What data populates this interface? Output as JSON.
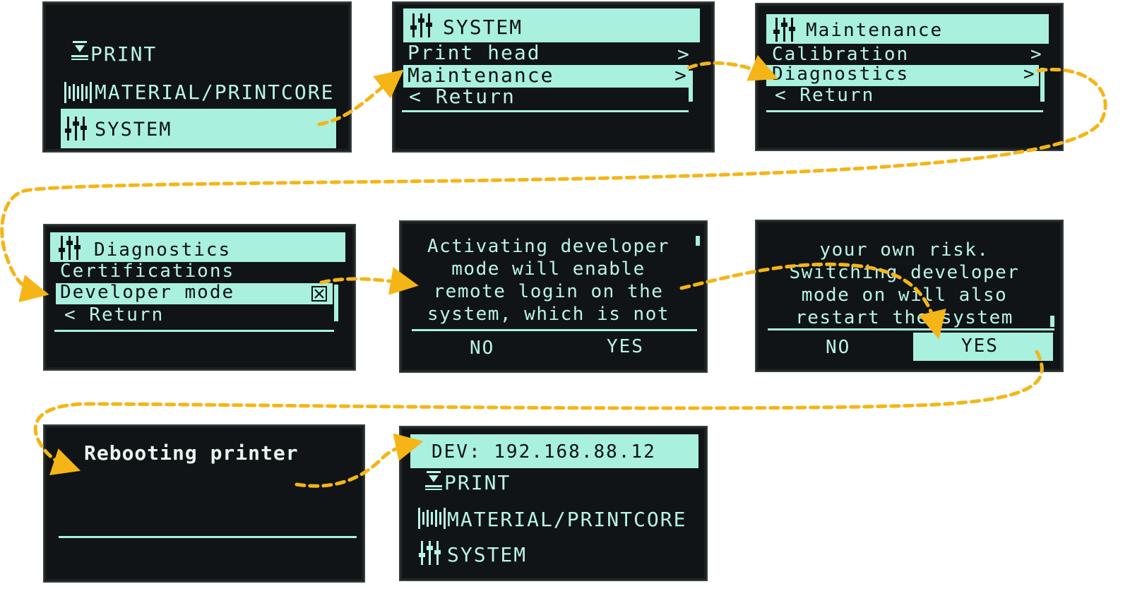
{
  "panel1": {
    "menu": [
      "PRINT",
      "MATERIAL/PRINTCORE",
      "SYSTEM"
    ],
    "icons": [
      "print-bed-icon",
      "material-spool-icon",
      "sliders-icon"
    ]
  },
  "panel2": {
    "title": "SYSTEM",
    "items": [
      "Print head",
      "Maintenance",
      "< Return"
    ],
    "chevron": ">"
  },
  "panel3": {
    "title": "Maintenance",
    "items": [
      "Calibration",
      "Diagnostics",
      "< Return"
    ],
    "chevron": ">"
  },
  "panel4": {
    "title": "Diagnostics",
    "items": [
      "Certifications",
      "Developer mode",
      "< Return"
    ]
  },
  "panel5": {
    "lines": [
      "Activating developer",
      "mode will enable",
      "remote login on the",
      "system, which is not"
    ],
    "no": "NO",
    "yes": "YES"
  },
  "panel6": {
    "lines": [
      "your own risk.",
      "Switching developer",
      "mode on will also",
      "restart the system"
    ],
    "no": "NO",
    "yes": "YES"
  },
  "panel7": {
    "message": "Rebooting printer"
  },
  "panel8": {
    "header": "DEV: 192.168.88.12",
    "menu": [
      "PRINT",
      "MATERIAL/PRINTCORE",
      "SYSTEM"
    ]
  },
  "colors": {
    "screen_bg": "#101416",
    "highlight": "#a9f0df",
    "text": "#b9f4e8",
    "arrow": "#f5b516"
  }
}
